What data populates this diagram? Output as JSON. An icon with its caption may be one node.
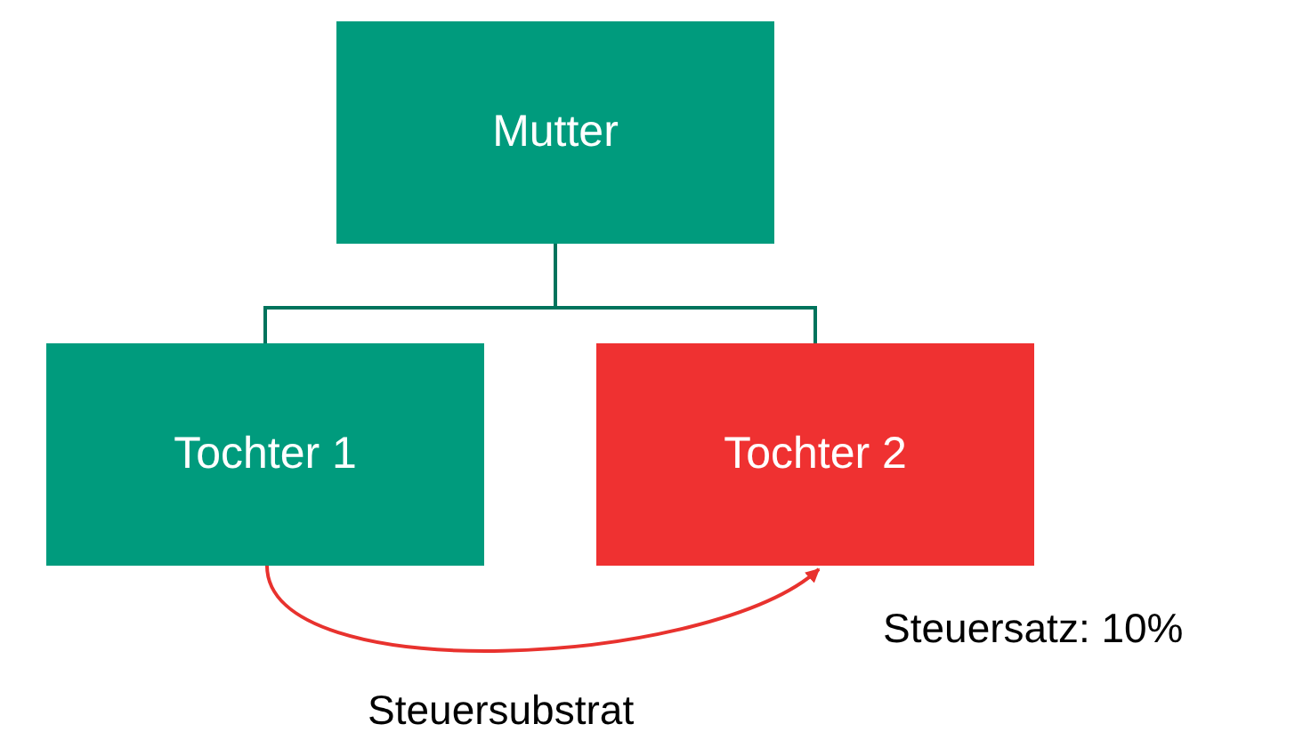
{
  "diagram": {
    "nodes": [
      {
        "text": [
          "Mutter"
        ]
      },
      {
        "text": [
          "Tochter 1"
        ]
      },
      {
        "text": [
          "Tochter 2"
        ],
        "beside": [
          "Steuersatz: 10%"
        ]
      }
    ],
    "edges": [
      {
        "from": 0,
        "to": 1,
        "arrow": "none"
      },
      {
        "from": 0,
        "to": 2,
        "arrow": "none"
      },
      {
        "from": 1,
        "to": 2,
        "arrow": "to",
        "label": "Steuersubstrat",
        "color": "#e8322e"
      }
    ]
  }
}
